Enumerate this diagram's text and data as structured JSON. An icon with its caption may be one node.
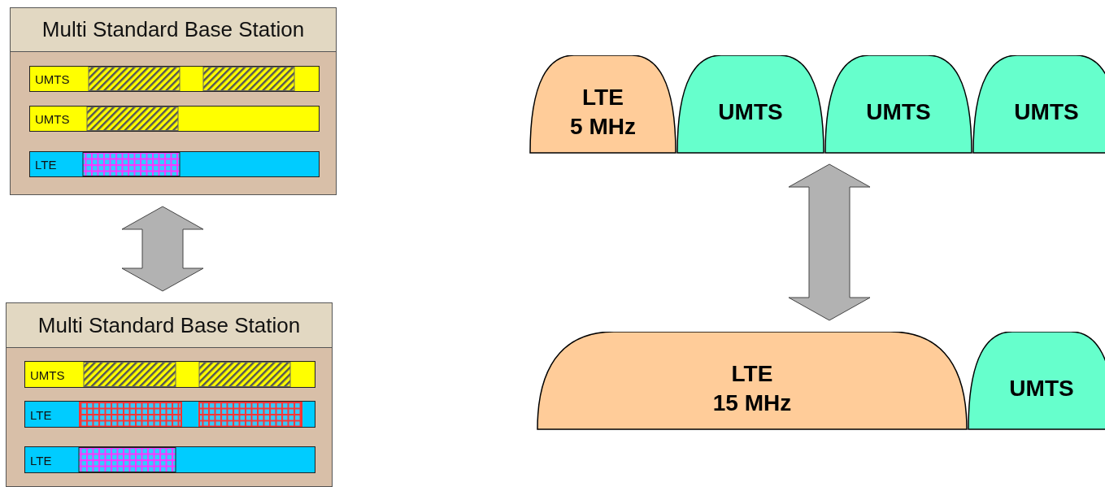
{
  "diagram": {
    "nodes": [
      {
        "text": [
          "Multi Standard Base Station"
        ]
      },
      {
        "text": [
          "UMTS"
        ],
        "in": 0
      },
      {
        "text": [
          "UMTS"
        ],
        "in": 0
      },
      {
        "text": [
          "LTE"
        ],
        "in": 0
      },
      {
        "text": [
          "Multi Standard Base Station"
        ]
      },
      {
        "text": [
          "UMTS"
        ],
        "in": 4
      },
      {
        "text": [
          "LTE"
        ],
        "in": 4
      },
      {
        "text": [
          "LTE"
        ],
        "in": 4
      },
      {
        "text": [
          "LTE",
          "5 MHz"
        ]
      },
      {
        "text": [
          "UMTS"
        ]
      },
      {
        "text": [
          "UMTS"
        ]
      },
      {
        "text": [
          "UMTS"
        ]
      },
      {
        "text": [
          "LTE",
          "15 MHz"
        ]
      },
      {
        "text": [
          "UMTS"
        ]
      }
    ],
    "edges": [
      {
        "from": 0,
        "to": 4,
        "arrow": "both"
      },
      {
        "from": 10,
        "to": 12,
        "arrow": "both"
      }
    ]
  }
}
